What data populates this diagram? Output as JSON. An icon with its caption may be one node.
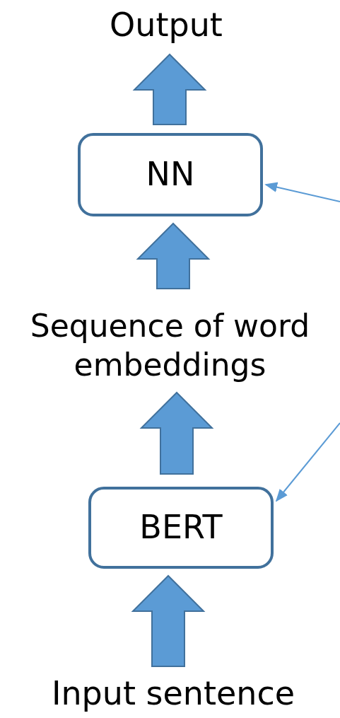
{
  "diagram": {
    "nodes": [
      {
        "text": [
          "Output"
        ]
      },
      {
        "text": [
          "NN"
        ]
      },
      {
        "text": [
          "Sequence of word embeddings"
        ]
      },
      {
        "text": [
          "BERT"
        ]
      },
      {
        "text": [
          "Input sentence"
        ]
      }
    ],
    "edges": [
      {
        "from": 4,
        "to": 3,
        "arrow": "to",
        "style": "thick"
      },
      {
        "from": 3,
        "to": 2,
        "arrow": "to",
        "style": "thick"
      },
      {
        "from": 2,
        "to": 1,
        "arrow": "to",
        "style": "thick"
      },
      {
        "from": 1,
        "to": 0,
        "arrow": "to",
        "style": "thick"
      },
      {
        "from": null,
        "to": 1,
        "arrow": "to"
      },
      {
        "from": null,
        "to": 3,
        "arrow": "to"
      }
    ]
  }
}
